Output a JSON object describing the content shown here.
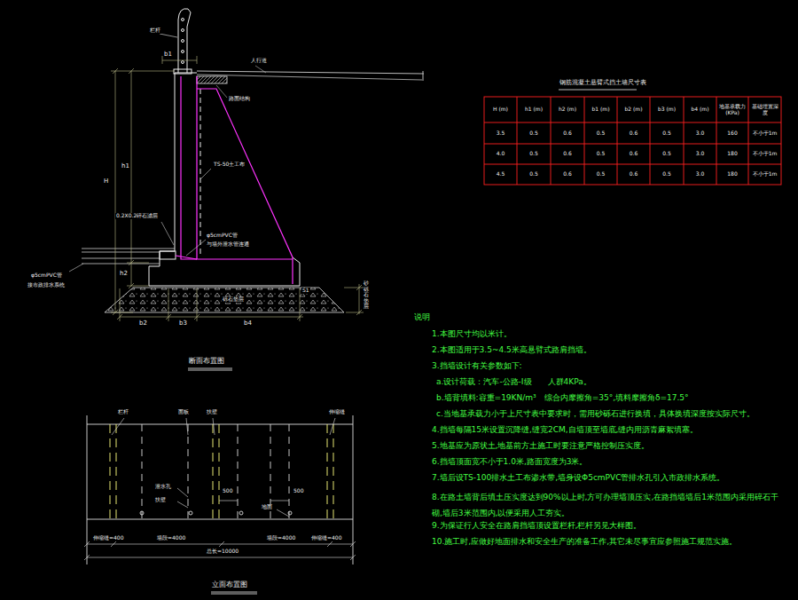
{
  "diagram": {
    "labels": [
      "栏杆",
      "b1",
      "人行道",
      "路面结构",
      "TS-50土工布",
      "H",
      "h1",
      "0.2X0.2碎石滤层",
      "φ5cmPVC管",
      "与墙外泄水管连通",
      "φ5cmPVC管",
      "接市政排水系统",
      "h2",
      "b2",
      "b3",
      "b4",
      "S1",
      "砾石垫层",
      "砂砾石垫层",
      "断面布置图",
      "钢筋混凝土悬臂式挡土墙尺寸表",
      "H (m)",
      "h1 (m)",
      "h2 (m)",
      "b1 (m)",
      "b2 (m)",
      "b3 (m)",
      "b4 (m)",
      "地基承载力 (KPa)",
      "基础埋置深度",
      "3.5",
      "0.5",
      "0.6",
      "0.5",
      "0.6",
      "0.5",
      "3.0",
      "160",
      "不小于1m",
      "4.0",
      "0.5",
      "0.6",
      "0.5",
      "0.6",
      "0.5",
      "3.0",
      "180",
      "不小于1m",
      "4.5",
      "0.5",
      "0.6",
      "0.5",
      "0.6",
      "0.5",
      "3.0",
      "180",
      "不小于1m",
      "栏杆",
      "面板",
      "扶壁",
      "伸缩缝",
      "泄水孔",
      "扶壁",
      "500",
      "500",
      "地面",
      "伸缩缝=400",
      "墙段=4000",
      "墙段=4000",
      "伸缩缝=400",
      "总长=10000",
      "立面布置图",
      "说明",
      "1.本图尺寸均以米计。",
      "2.本图适用于3.5~4.5米高悬臂式路肩挡墙。",
      "3.挡墙设计有关参数如下:",
      "a.设计荷载：汽车-公路-I级　　人群4KPa。",
      "b.墙背填料:容重=19KN/m³　综合内摩擦角=35°,填料摩擦角δ=17.5°",
      "c.当地基承载力小于上尺寸表中要求时，需用砂砾石进行换填，具体换填深度按实际尺寸。",
      "4.挡墙每隔15米设置沉降缝,缝宽2CM,自墙顶至墙底,缝内用沥青麻絮填塞。",
      "5.地基应为原状土,地基前方土施工时要注意严格控制压实度。",
      "6.挡墙顶面宽不小于1.0米,路面宽度为3米。",
      "7.墙后设TS-100排水土工布渗水带,墙身设Φ5cmPVC管排水孔引入市政排水系统。",
      "8.在路土墙背后填土压实度达到90%以上时,方可办理墙顶压实,在路挡墙墙后1米范围内采用碎石干砌,墙后3米范围内,以便采用人工夯实。",
      "9.为保证行人安全在路肩挡墙顶设置栏杆,栏杆另见大样图。",
      "10.施工时,应做好地面排水和安全生产的准备工作,其它未尽事宜应参照施工规范实施。"
    ]
  }
}
